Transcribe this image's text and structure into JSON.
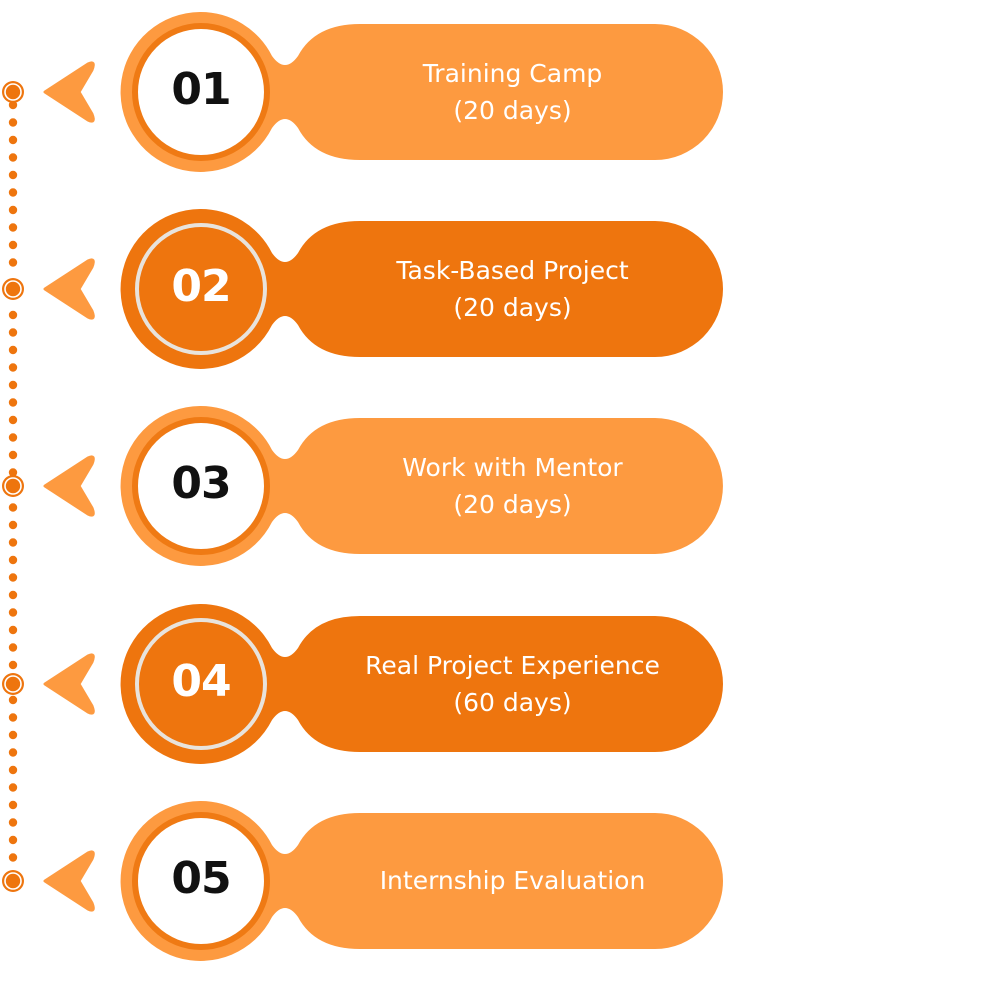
{
  "colors": {
    "light": "#fd9a40",
    "dark": "#ee750e",
    "ring_dark": "#ef7a14",
    "ring_light_on_dark": "#e8e3dc",
    "text_dark": "#111111",
    "text_light": "#ffffff"
  },
  "steps": [
    {
      "number": "01",
      "title": "Training Camp",
      "duration": "(20 days)",
      "variant": "light"
    },
    {
      "number": "02",
      "title": "Task-Based Project",
      "duration": "(20 days)",
      "variant": "dark"
    },
    {
      "number": "03",
      "title": "Work with Mentor",
      "duration": "(20 days)",
      "variant": "light"
    },
    {
      "number": "04",
      "title": "Real Project Experience",
      "duration": "(60 days)",
      "variant": "dark"
    },
    {
      "number": "05",
      "title": "Internship Evaluation",
      "duration": "",
      "variant": "light"
    }
  ],
  "icons": {
    "pointer": "arrow-left-icon",
    "node": "timeline-node-icon"
  }
}
